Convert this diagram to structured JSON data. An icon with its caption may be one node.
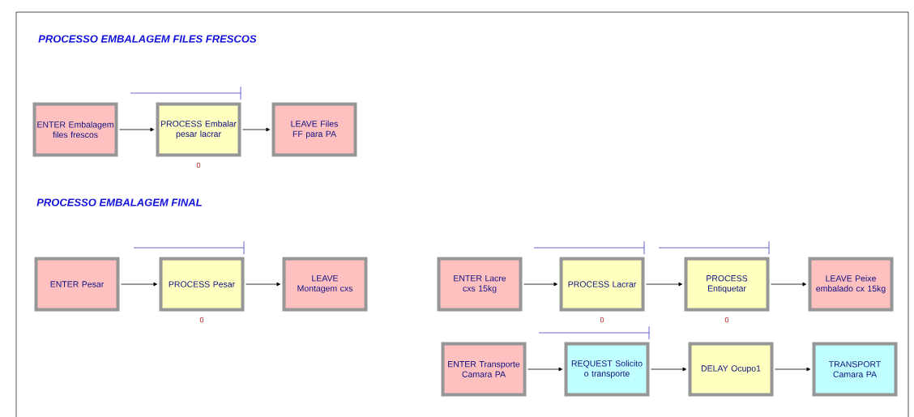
{
  "diagram": {
    "nodes": [
      {
        "text": [
          "ENTER Embalagem files frescos"
        ]
      },
      {
        "text": [
          "PROCESS Embalar pesar lacrar"
        ],
        "beside": [
          "0"
        ]
      },
      {
        "text": [
          "LEAVE Files FF para PA"
        ]
      },
      {
        "text": [
          "ENTER Pesar"
        ]
      },
      {
        "text": [
          "PROCESS Pesar"
        ],
        "beside": [
          "0"
        ]
      },
      {
        "text": [
          "LEAVE Montagem cxs"
        ]
      },
      {
        "text": [
          "ENTER Lacre cxs 15kg"
        ]
      },
      {
        "text": [
          "PROCESS Lacrar"
        ],
        "beside": [
          "0"
        ]
      },
      {
        "text": [
          "PROCESS Entiquetar"
        ],
        "beside": [
          "0"
        ]
      },
      {
        "text": [
          "LEAVE Peixe embalado cx 15kg"
        ]
      },
      {
        "text": [
          "ENTER Transporte Camara PA"
        ]
      },
      {
        "text": [
          "REQUEST Solicito o transporte"
        ]
      },
      {
        "text": [
          "DELAY Ocupo1"
        ]
      },
      {
        "text": [
          "TRANSPORT Camara PA"
        ]
      }
    ],
    "edges": [
      {
        "from": 0,
        "to": 1,
        "arrow": "to"
      },
      {
        "from": 1,
        "to": 2,
        "arrow": "to"
      },
      {
        "from": 3,
        "to": 4,
        "arrow": "to"
      },
      {
        "from": 4,
        "to": 5,
        "arrow": "to"
      },
      {
        "from": 6,
        "to": 7,
        "arrow": "to"
      },
      {
        "from": 7,
        "to": 8,
        "arrow": "to"
      },
      {
        "from": 8,
        "to": 9,
        "arrow": "to"
      },
      {
        "from": 10,
        "to": 11,
        "arrow": "to"
      },
      {
        "from": 11,
        "to": 12,
        "arrow": "to"
      },
      {
        "from": 12,
        "to": 13,
        "arrow": "to"
      }
    ],
    "labels": [
      "PROCESSO EMBALAGEM FILES FRESCOS",
      "PROCESSO EMBALAGEM FINAL"
    ]
  }
}
